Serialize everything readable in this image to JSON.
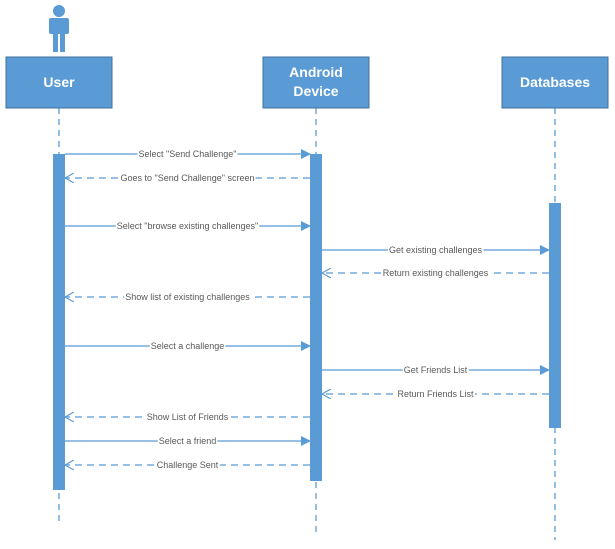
{
  "actors": [
    {
      "id": "user",
      "label": "User"
    },
    {
      "id": "device",
      "label_lines": [
        "Android",
        "Device"
      ]
    },
    {
      "id": "db",
      "label": "Databases"
    }
  ],
  "messages": [
    {
      "from": "user",
      "to": "device",
      "style": "solid",
      "label": "Select \"Send Challenge\""
    },
    {
      "from": "device",
      "to": "user",
      "style": "dashed",
      "label": "Goes to \"Send Challenge\" screen"
    },
    {
      "from": "user",
      "to": "device",
      "style": "solid",
      "label": "Select \"browse existing challenges\""
    },
    {
      "from": "device",
      "to": "db",
      "style": "solid",
      "label": "Get existing challenges"
    },
    {
      "from": "db",
      "to": "device",
      "style": "dashed",
      "label": "Return existing challenges"
    },
    {
      "from": "device",
      "to": "user",
      "style": "dashed",
      "label": "Show list of existing challenges"
    },
    {
      "from": "user",
      "to": "device",
      "style": "solid",
      "label": "Select a challenge"
    },
    {
      "from": "device",
      "to": "db",
      "style": "solid",
      "label": "Get Friends List"
    },
    {
      "from": "db",
      "to": "device",
      "style": "dashed",
      "label": "Return Friends List"
    },
    {
      "from": "device",
      "to": "user",
      "style": "dashed",
      "label": "Show List of Friends"
    },
    {
      "from": "user",
      "to": "device",
      "style": "solid",
      "label": "Select a friend"
    },
    {
      "from": "device",
      "to": "user",
      "style": "dashed",
      "label": "Challenge Sent"
    }
  ],
  "colors": {
    "accent": "#5b9bd5",
    "text": "#595959"
  }
}
